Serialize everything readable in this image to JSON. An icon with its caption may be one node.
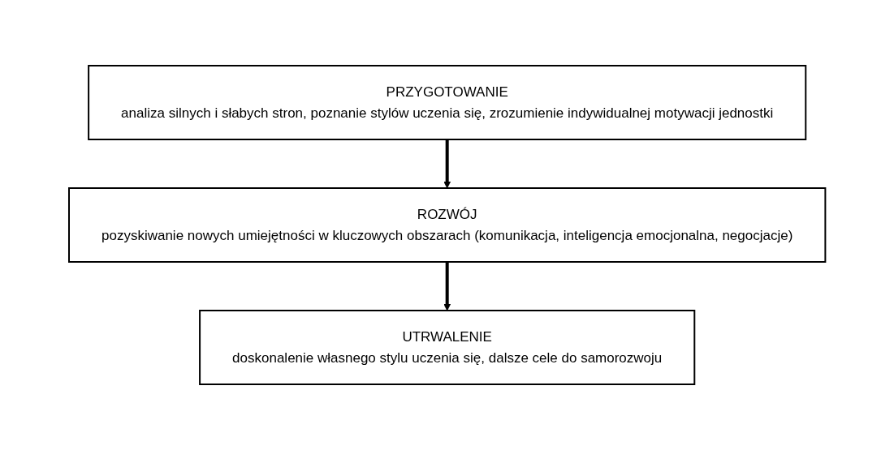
{
  "diagram": {
    "nodes": [
      {
        "text": [
          "PRZYGOTOWANIE",
          "analiza silnych i słabych stron, poznanie stylów uczenia się, zrozumienie indywidualnej motywacji jednostki"
        ]
      },
      {
        "text": [
          "ROZWÓJ",
          "pozyskiwanie nowych umiejętności w kluczowych obszarach (komunikacja, inteligencja emocjonalna, negocjacje)"
        ]
      },
      {
        "text": [
          "UTRWALENIE",
          "doskonalenie własnego stylu uczenia się, dalsze cele do samorozwoju"
        ]
      }
    ],
    "edges": [
      {
        "from": 0,
        "to": 1,
        "arrow": "to"
      },
      {
        "from": 1,
        "to": 2,
        "arrow": "to"
      }
    ]
  }
}
